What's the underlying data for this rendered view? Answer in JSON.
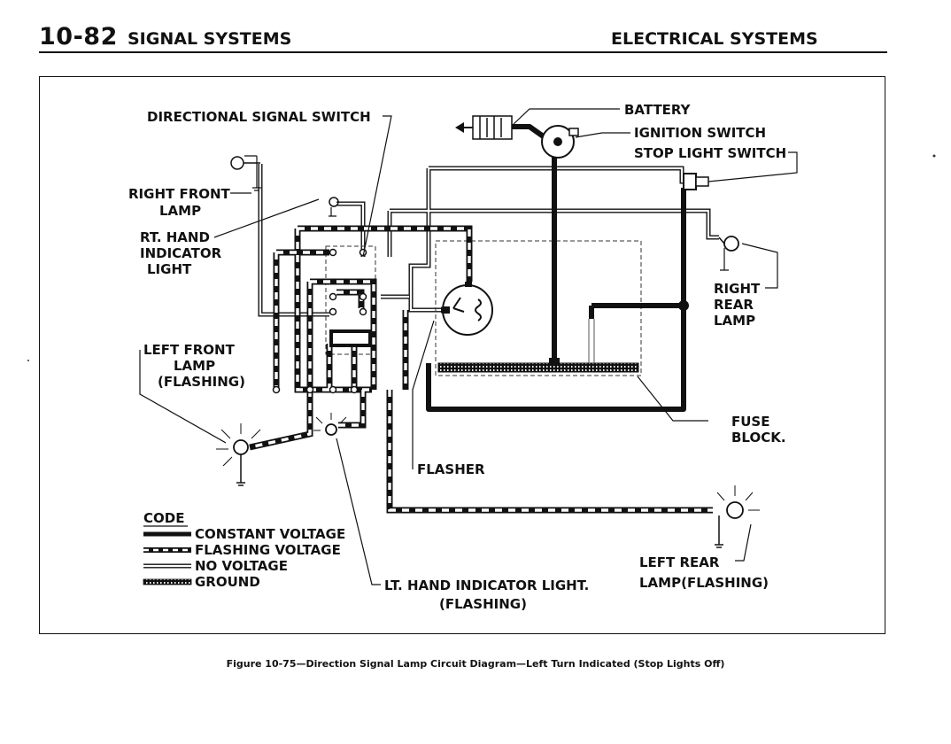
{
  "header": {
    "page_number": "10-82",
    "section_left": "SIGNAL SYSTEMS",
    "section_right": "ELECTRICAL SYSTEMS"
  },
  "labels": {
    "battery": "BATTERY",
    "ignition_switch": "IGNITION SWITCH",
    "stop_light_switch": "STOP LIGHT SWITCH",
    "directional_signal_switch": "DIRECTIONAL SIGNAL SWITCH",
    "right_front_lamp": [
      "RIGHT FRONT",
      "LAMP"
    ],
    "rt_hand_indicator_light": [
      "RT. HAND",
      "INDICATOR",
      "LIGHT"
    ],
    "left_front_lamp": [
      "LEFT FRONT",
      "LAMP",
      "(FLASHING)"
    ],
    "right_rear_lamp": [
      "RIGHT",
      "REAR",
      "LAMP"
    ],
    "fuse_block": [
      "FUSE",
      "BLOCK."
    ],
    "flasher": "FLASHER",
    "left_rear_lamp": [
      "LEFT REAR",
      "LAMP(FLASHING)"
    ],
    "lt_hand_indicator_light": [
      "LT. HAND INDICATOR LIGHT.",
      "(FLASHING)"
    ]
  },
  "legend": {
    "title": "CODE",
    "items": [
      "CONSTANT VOLTAGE",
      "FLASHING VOLTAGE",
      "NO VOLTAGE",
      "GROUND"
    ]
  },
  "caption": "Figure 10-75—Direction Signal Lamp Circuit Diagram—Left Turn Indicated (Stop Lights Off)"
}
